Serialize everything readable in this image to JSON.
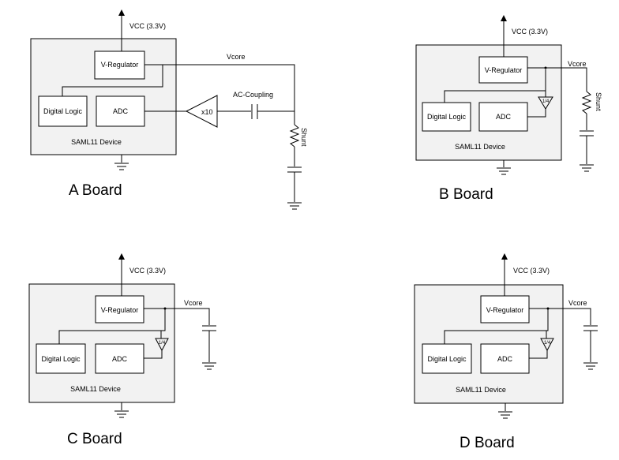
{
  "boards": [
    {
      "title": "A Board",
      "vcc_label": "VCC (3.3V)",
      "vcore_label": "Vcore",
      "regulator_label": "V-Regulator",
      "logic_label": "Digital Logic",
      "adc_label": "ADC",
      "device_label": "SAML11 Device",
      "amp_label": "x10",
      "coupling_label": "AC-Coupling",
      "shunt_label": "Shunt"
    },
    {
      "title": "B Board",
      "vcc_label": "VCC (3.3V)",
      "vcore_label": "Vcore",
      "regulator_label": "V-Regulator",
      "logic_label": "Digital Logic",
      "adc_label": "ADC",
      "device_label": "SAML11 Device",
      "amp_label": "1/4",
      "shunt_label": "Shunt"
    },
    {
      "title": "C Board",
      "vcc_label": "VCC (3.3V)",
      "vcore_label": "Vcore",
      "regulator_label": "V-Regulator",
      "logic_label": "Digital Logic",
      "adc_label": "ADC",
      "device_label": "SAML11 Device",
      "amp_label": "1/4"
    },
    {
      "title": "D Board",
      "vcc_label": "VCC (3.3V)",
      "vcore_label": "Vcore",
      "regulator_label": "V-Regulator",
      "logic_label": "Digital Logic",
      "adc_label": "ADC",
      "device_label": "SAML11 Device",
      "amp_label": "1/4"
    }
  ]
}
